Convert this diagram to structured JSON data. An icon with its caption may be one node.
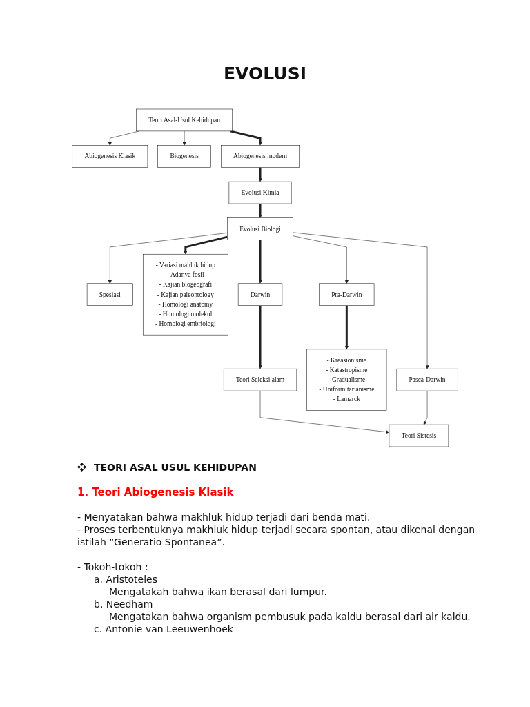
{
  "diagram": {
    "title": "EVOLUSI",
    "nodes": [
      {
        "text": [
          "Teori Asal-Usul Kehidupan"
        ]
      },
      {
        "text": [
          "Abiogenesis Klasik"
        ]
      },
      {
        "text": [
          "Biogenesis"
        ]
      },
      {
        "text": [
          "Abiogenesis modern"
        ]
      },
      {
        "text": [
          "Spesiasi"
        ]
      },
      {
        "text": [
          "Evolusi Kimia"
        ]
      },
      {
        "text": [
          "Evolusi Biologi"
        ]
      },
      {
        "text": [
          "- Variasi mahluk hidup",
          "- Adanya fosil",
          "- Kajian biogeografi",
          "- Kajian paleontology",
          "- Homologi anatomy",
          "- Homologi molekul",
          "- Homologi embriologi"
        ]
      },
      {
        "text": [
          "Pra-Darwin"
        ]
      },
      {
        "text": [
          "Darwin"
        ]
      },
      {
        "text": [
          "Pasca-Darwin"
        ]
      },
      {
        "text": [
          "- Kreasionisme",
          "- Katastropisme",
          "- Gradualisme",
          "- Uniformitarianisme",
          "- Lamarck"
        ]
      },
      {
        "text": [
          "Teori Seleksi alam"
        ]
      },
      {
        "text": [
          "Teori Sistesis"
        ]
      }
    ],
    "edges": [
      {
        "from": 0,
        "to": 1,
        "arrow": "to"
      },
      {
        "from": 0,
        "to": 2,
        "arrow": "to"
      },
      {
        "from": 0,
        "to": 3,
        "arrow": "to",
        "style": "thick"
      },
      {
        "from": 3,
        "to": 5,
        "arrow": "to",
        "style": "thick"
      },
      {
        "from": 5,
        "to": 6,
        "arrow": "to",
        "style": "thick"
      },
      {
        "from": 6,
        "to": 4,
        "arrow": "to"
      },
      {
        "from": 6,
        "to": 7,
        "arrow": "to",
        "style": "thick"
      },
      {
        "from": 6,
        "to": 8,
        "arrow": "to"
      },
      {
        "from": 6,
        "to": 9,
        "arrow": "to",
        "style": "thick"
      },
      {
        "from": 6,
        "to": 10,
        "arrow": "to"
      },
      {
        "from": 8,
        "to": 11,
        "arrow": "to",
        "style": "thick"
      },
      {
        "from": 9,
        "to": 12,
        "arrow": "to",
        "style": "thick"
      },
      {
        "from": 12,
        "to": 13,
        "arrow": "to"
      },
      {
        "from": 10,
        "to": 13,
        "arrow": "to"
      }
    ],
    "labels": [
      "TEORI ASAL USUL KEHIDUPAN",
      "1. Teori Abiogenesis Klasik",
      "- Menyatakan bahwa makhluk hidup terjadi dari benda mati.",
      "- Proses terbentuknya makhluk hidup terjadi secara spontan, atau dikenal dengan istilah “Generatio Spontanea”.",
      "- Tokoh-tokoh :",
      "a. Aristoteles",
      "Mengatakah bahwa ikan berasal dari lumpur.",
      "b. Needham",
      "Mengatakan bahwa organism pembusuk pada kaldu berasal dari air kaldu.",
      "c. Antonie van Leeuwenhoek"
    ]
  }
}
